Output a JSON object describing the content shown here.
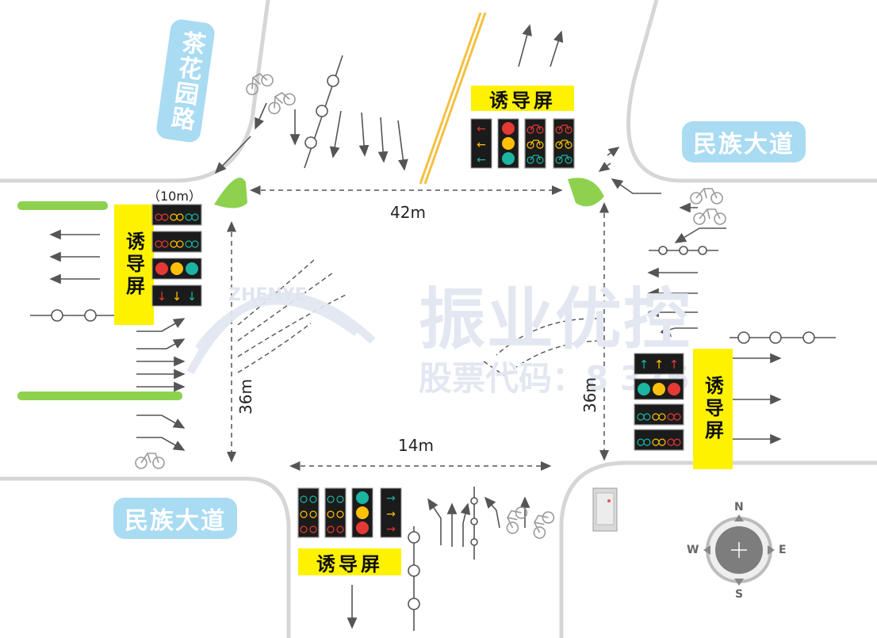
{
  "roads": {
    "north_road": "茶花园路",
    "east_road": "民族大道",
    "west_road": "民族大道"
  },
  "guidance_screens": {
    "north_label": "诱导屏",
    "west_label": "诱导屏",
    "east_label": "诱导屏",
    "south_label": "诱导屏"
  },
  "distances": {
    "west_small": "（10m）",
    "north_width": "42m",
    "south_width": "14m",
    "west_height": "36m",
    "east_height": "36m"
  },
  "compass": {
    "n": "N",
    "s": "S",
    "e": "E",
    "w": "W"
  },
  "watermark": {
    "brand": "振业优控",
    "stock": "股票代码：8  376",
    "logo_text": "ZHENYE"
  },
  "colors": {
    "road_outline": "#d6d6d6",
    "road_name_bg": "#a9dbf2",
    "guide_screen": "#fff200",
    "green_island": "#8ed14f",
    "arrow": "#555555",
    "signal_red": "#e53935",
    "signal_yellow": "#ffc107",
    "signal_green": "#1bb5a1"
  }
}
